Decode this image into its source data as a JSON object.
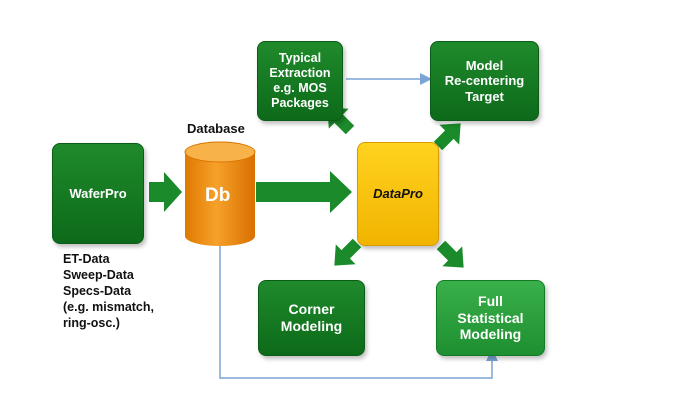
{
  "database_label": "Database",
  "db_label": "Db",
  "wafer_box": "WaferPro",
  "datapro_box": "DataPro",
  "typical_box": [
    "Typical",
    "Extraction",
    "e.g. MOS",
    "Packages"
  ],
  "model_box": [
    "Model",
    "Re-centering",
    "Target"
  ],
  "corner_box": [
    "Corner",
    "Modeling"
  ],
  "full_box": [
    "Full",
    "Statistical",
    "Modeling"
  ],
  "data_list": [
    "ET-Data",
    "Sweep-Data",
    "Specs-Data",
    "(e.g. mismatch,",
    "ring-osc.)"
  ],
  "colors": {
    "dark_green": "#0d6a1a",
    "light_green": "#2ea63f",
    "yellow": "#f7c20a",
    "orange": "#ef8a0c",
    "connector": "#7aa3d6"
  }
}
